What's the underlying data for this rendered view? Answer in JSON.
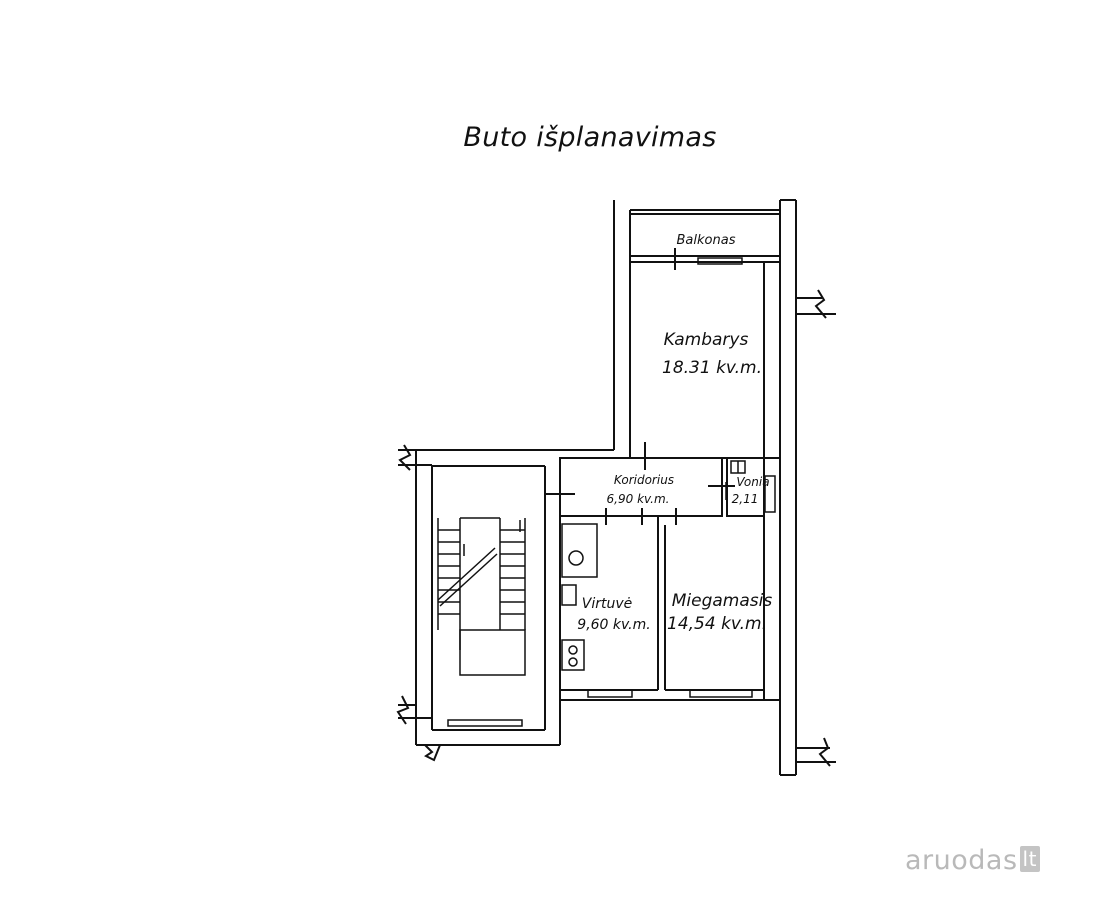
{
  "title": "Buto išplanavimas",
  "rooms": {
    "balcony": "Balkonas",
    "living_room": {
      "name": "Kambarys",
      "area": "18.31 kv.m."
    },
    "corridor": {
      "name": "Koridorius",
      "area": "6,90 kv.m."
    },
    "bathroom": {
      "name": "Vonia",
      "area": "2,11"
    },
    "kitchen": {
      "name": "Virtuvė",
      "area": "9,60 kv.m."
    },
    "bedroom": {
      "name": "Miegamasis",
      "area": "14,54 kv.m."
    }
  },
  "watermark": {
    "text": "aruodas",
    "suffix": "lt"
  }
}
